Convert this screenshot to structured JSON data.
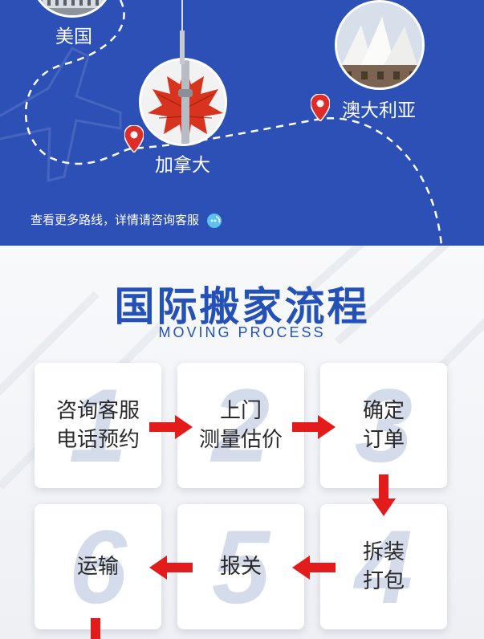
{
  "map": {
    "cities": [
      {
        "name": "美国"
      },
      {
        "name": "加拿大"
      },
      {
        "name": "澳大利亚"
      }
    ],
    "note": "查看更多路线，详情请咨询客服",
    "colors": {
      "background": "#2d50b6",
      "route": "#ffffff",
      "pin": "#e02b2b"
    }
  },
  "process": {
    "title": "国际搬家流程",
    "subtitle": "MOVING PROCESS",
    "steps": [
      {
        "number": "1",
        "line1": "咨询客服",
        "line2": "电话预约"
      },
      {
        "number": "2",
        "line1": "上门",
        "line2": "测量估价"
      },
      {
        "number": "3",
        "line1": "确定",
        "line2": "订单"
      },
      {
        "number": "4",
        "line1": "拆装",
        "line2": "打包"
      },
      {
        "number": "5",
        "line1": "报关",
        "line2": ""
      },
      {
        "number": "6",
        "line1": "运输",
        "line2": ""
      }
    ],
    "colors": {
      "accent": "#2451b8",
      "arrow": "#e31b1b",
      "number": "#d4dbea"
    }
  }
}
